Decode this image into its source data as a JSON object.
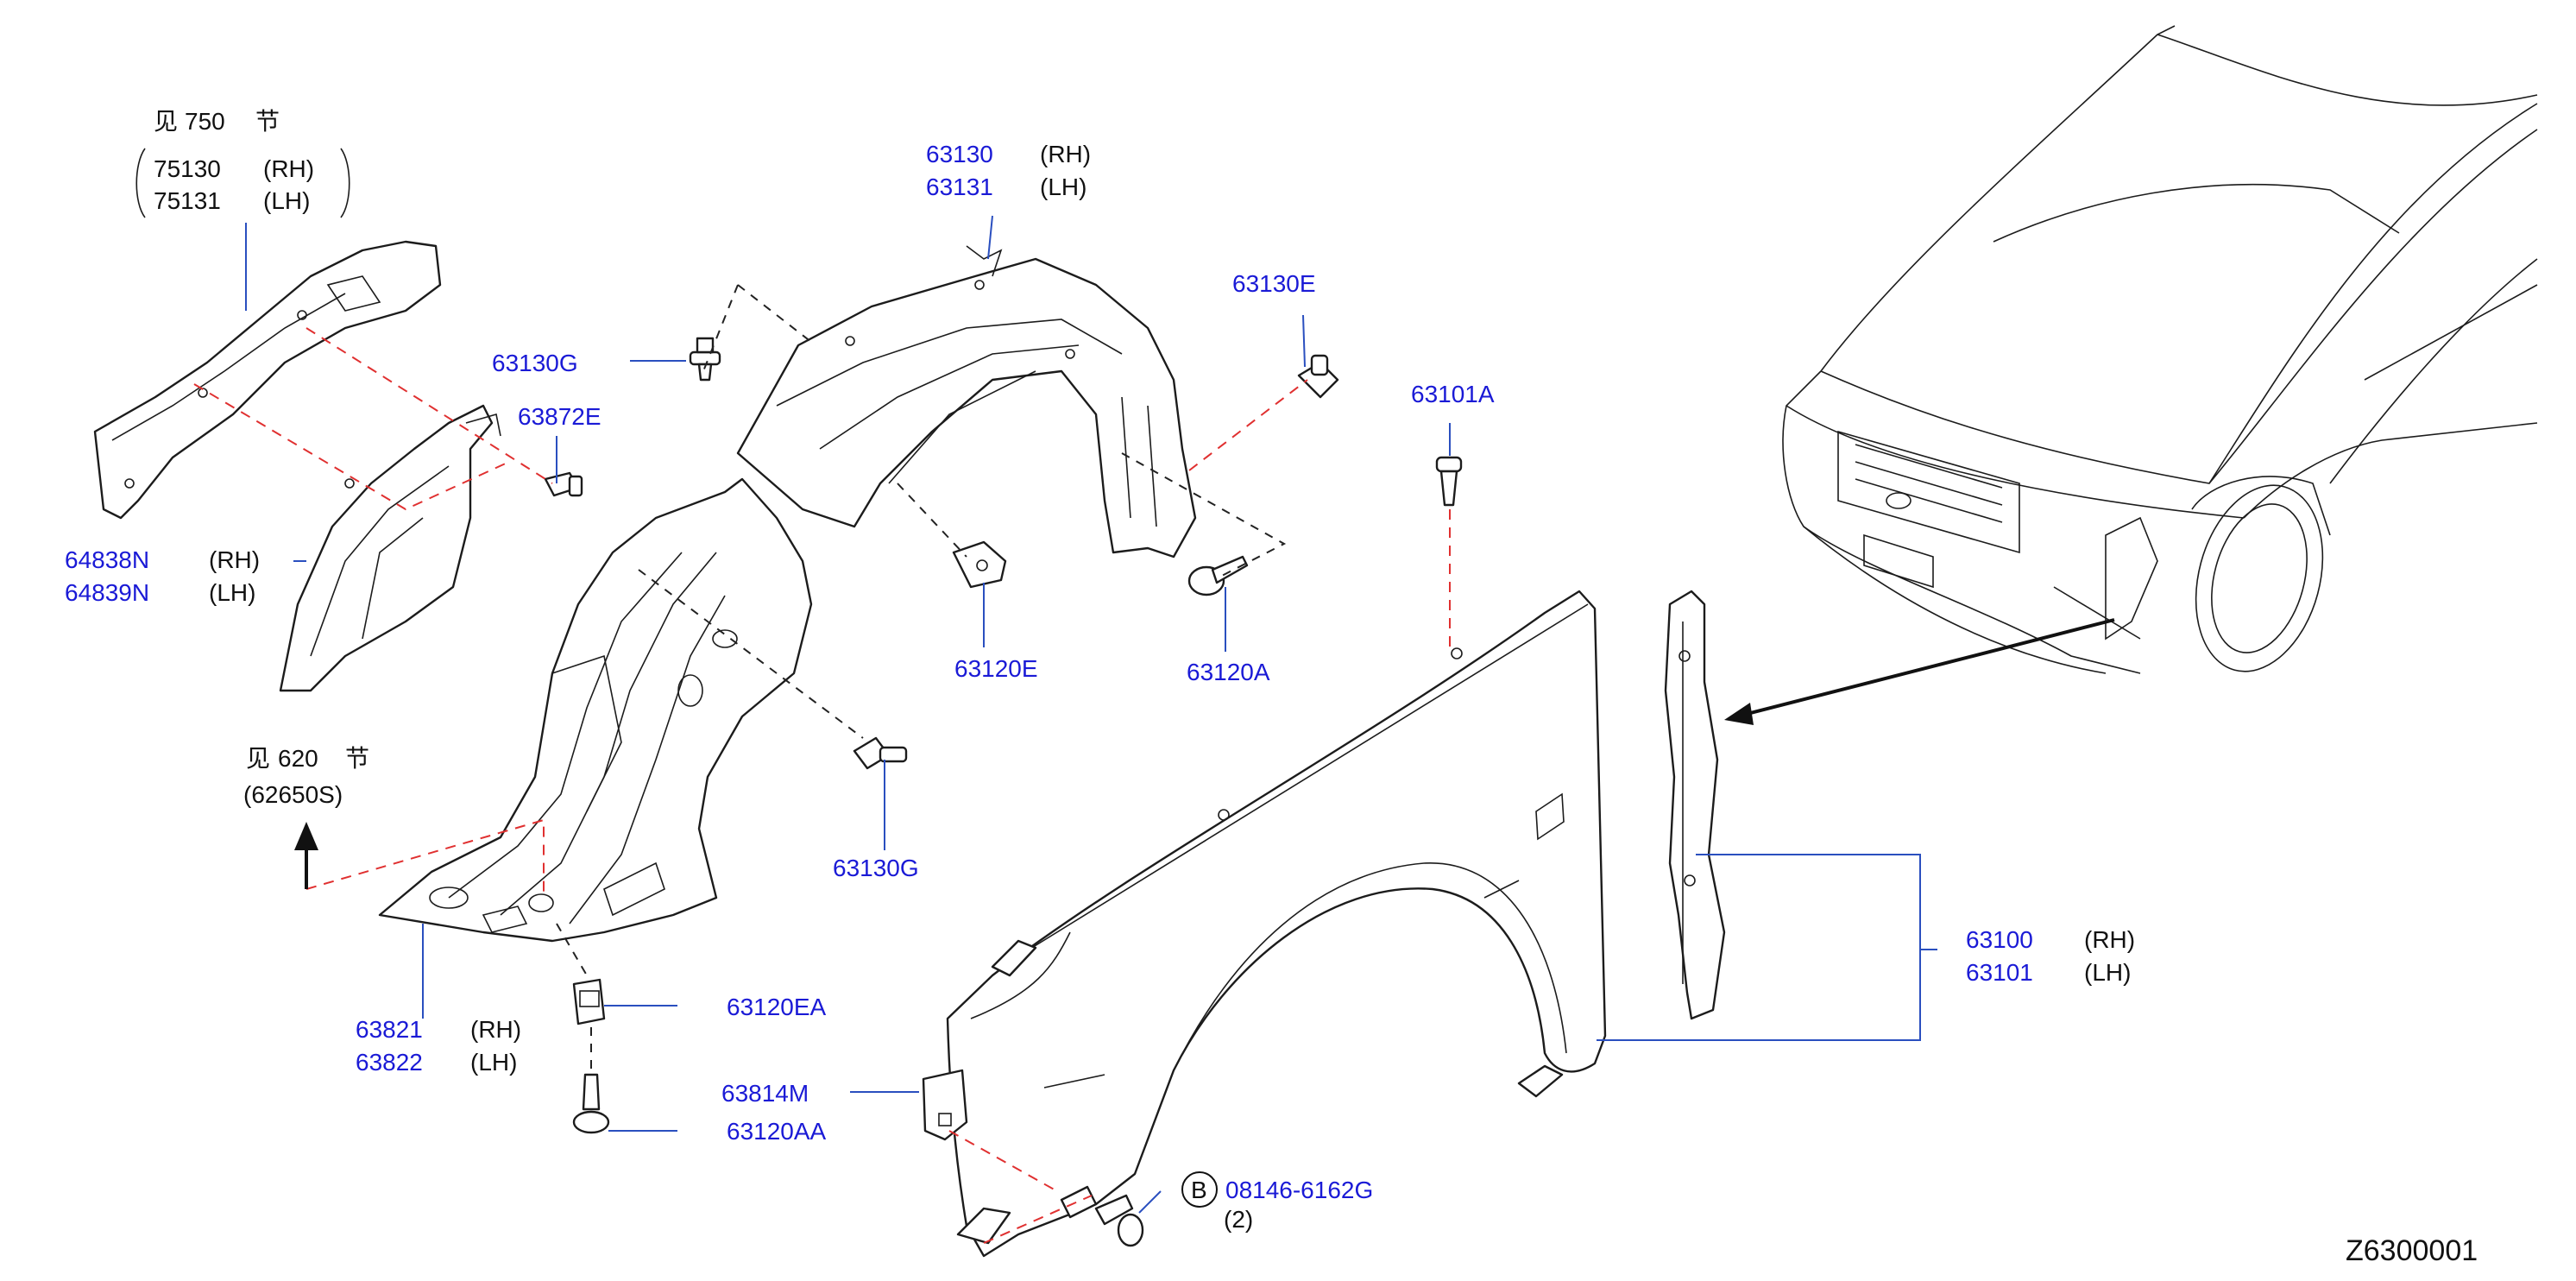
{
  "ref_750": {
    "prefix": "见",
    "number": "750",
    "suffix": "节"
  },
  "ref_620": {
    "prefix": "见",
    "number": "620",
    "suffix": "节",
    "sub": "(62650S)"
  },
  "parts": {
    "p75130": {
      "code": "75130",
      "side": "(RH)"
    },
    "p75131": {
      "code": "75131",
      "side": "(LH)"
    },
    "p64838N": {
      "code": "64838N",
      "side": "(RH)"
    },
    "p64839N": {
      "code": "64839N",
      "side": "(LH)"
    },
    "p63130G_top": {
      "code": "63130G"
    },
    "p63872E": {
      "code": "63872E"
    },
    "p63130": {
      "code": "63130",
      "side": "(RH)"
    },
    "p63131": {
      "code": "63131",
      "side": "(LH)"
    },
    "p63130E": {
      "code": "63130E"
    },
    "p63101A": {
      "code": "63101A"
    },
    "p63120E": {
      "code": "63120E"
    },
    "p63120A": {
      "code": "63120A"
    },
    "p63130G_bot": {
      "code": "63130G"
    },
    "p63821": {
      "code": "63821",
      "side": "(RH)"
    },
    "p63822": {
      "code": "63822",
      "side": "(LH)"
    },
    "p63120EA": {
      "code": "63120EA"
    },
    "p63814M": {
      "code": "63814M"
    },
    "p63120AA": {
      "code": "63120AA"
    },
    "p08146": {
      "code": "08146-6162G",
      "badge": "B",
      "qty": "(2)"
    },
    "p63100": {
      "code": "63100",
      "side": "(RH)"
    },
    "p63101": {
      "code": "63101",
      "side": "(LH)"
    }
  },
  "diagram_id": "Z6300001"
}
